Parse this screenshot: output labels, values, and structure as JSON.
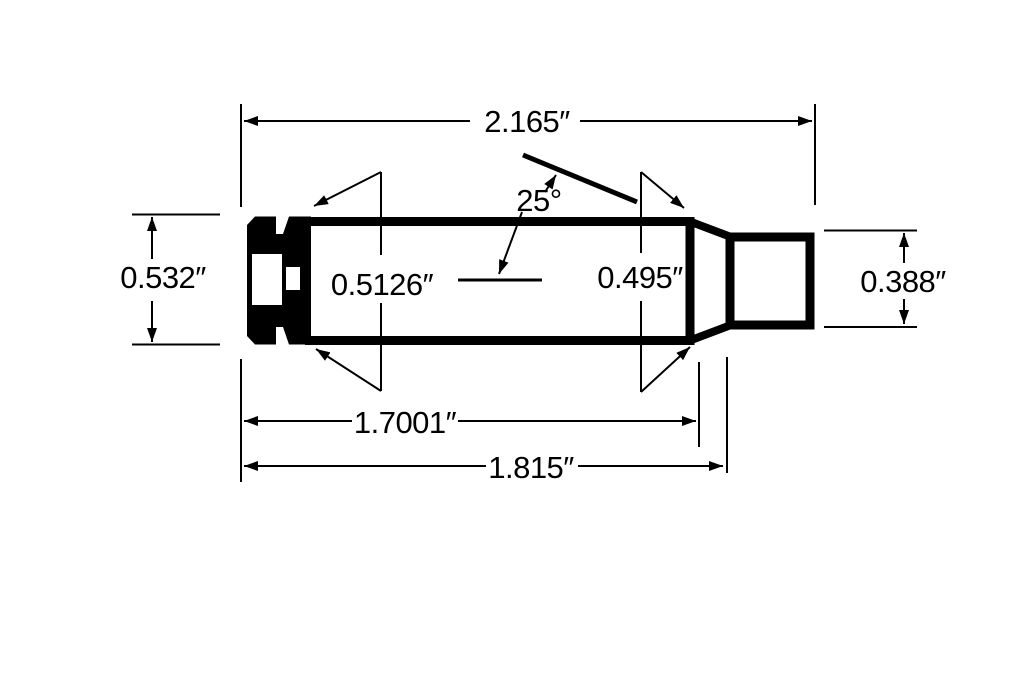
{
  "diagram": {
    "type": "cartridge-case-dimensional-drawing",
    "labels": {
      "overall_length": "2.165″",
      "shoulder_angle": "25°",
      "rim_diameter": "0.532″",
      "body_diameter": "0.5126″",
      "shoulder_diameter": "0.495″",
      "neck_diameter": "0.388″",
      "length_to_shoulder": "1.7001″",
      "length_to_neck": "1.815″"
    },
    "colors": {
      "ink": "#000000",
      "background": "#ffffff"
    }
  }
}
